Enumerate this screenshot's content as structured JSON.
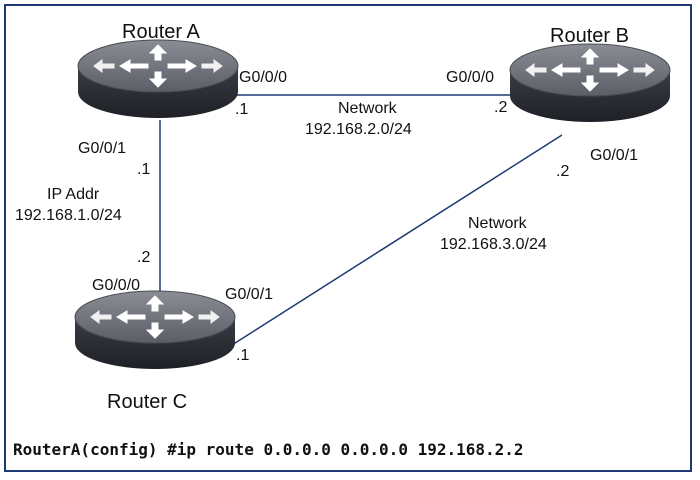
{
  "routers": {
    "a": {
      "name": "Router A"
    },
    "b": {
      "name": "Router B"
    },
    "c": {
      "name": "Router C"
    }
  },
  "interfaces": {
    "a_g000": "G0/0/0",
    "a_g000_host": ".1",
    "b_g000": "G0/0/0",
    "b_g000_host": ".2",
    "a_g001": "G0/0/1",
    "a_g001_host": ".1",
    "b_g001": "G0/0/1",
    "b_g001_host": ".2",
    "c_g000": "G0/0/0",
    "c_g000_host": ".2",
    "c_g001": "G0/0/1",
    "c_g001_host": ".1"
  },
  "networks": {
    "ab": {
      "label": "Network",
      "subnet": "192.168.2.0/24"
    },
    "ac": {
      "label": "IP Addr",
      "subnet": "192.168.1.0/24"
    },
    "bc": {
      "label": "Network",
      "subnet": "192.168.3.0/24"
    }
  },
  "command": "RouterA(config) #ip route 0.0.0.0 0.0.0.0 192.168.2.2",
  "colors": {
    "frame": "#1f3a73",
    "router_top": "#6d7077",
    "router_side": "#2b2e35",
    "link": "#1f3a73"
  }
}
